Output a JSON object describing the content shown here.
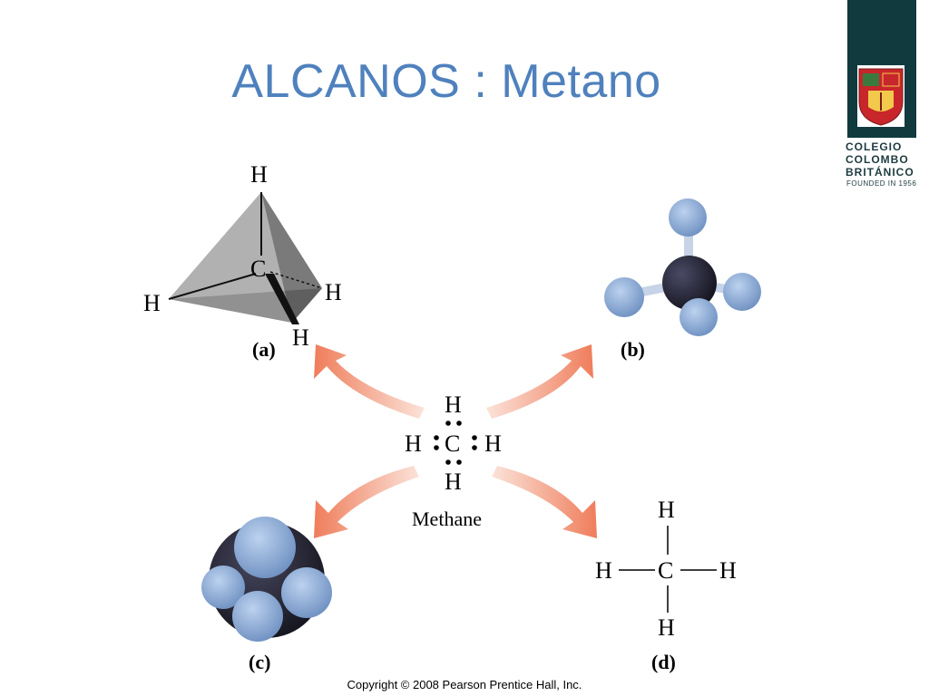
{
  "slide": {
    "title": "ALCANOS : Metano"
  },
  "logo": {
    "line1": "COLEGIO",
    "line2": "COLOMBO",
    "line3": "BRITÁNICO",
    "founded": "FOUNDED IN 1956"
  },
  "diagram": {
    "center_name": "Methane",
    "atom_c": "C",
    "atom_h": "H",
    "panel_a": "(a)",
    "panel_b": "(b)",
    "panel_c": "(c)",
    "panel_d": "(d)"
  },
  "copyright": "Copyright © 2008 Pearson Prentice Hall, Inc.",
  "colors": {
    "title": "#4f81bd",
    "arrow": "#f08a6a",
    "hydrogen": "#86a8d6",
    "carbon": "#2b2b3f"
  }
}
